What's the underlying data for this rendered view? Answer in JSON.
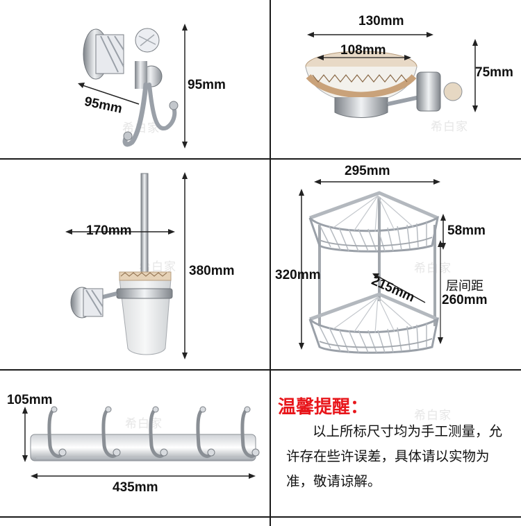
{
  "watermark": "希白家",
  "panels": {
    "robe_hook": {
      "dim_height": "95mm",
      "dim_depth": "95mm"
    },
    "soap_dish": {
      "dim_width": "130mm",
      "dim_inner": "108mm",
      "dim_height": "75mm"
    },
    "toilet_brush": {
      "dim_width": "170mm",
      "dim_height": "380mm"
    },
    "corner_basket": {
      "dim_width": "295mm",
      "dim_height": "320mm",
      "dim_depth": "215mm",
      "dim_basket_height": "58mm",
      "spacing_label": "层间距",
      "spacing_value": "260mm"
    },
    "hook_rail": {
      "dim_height": "105mm",
      "dim_width": "435mm"
    }
  },
  "notice": {
    "title": "温馨提醒：",
    "body": "以上所标尺寸均为手工测量，允许存在些许误差，具体请以实物为准，敬请谅解。"
  },
  "colors": {
    "notice_title": "#e8161b",
    "chrome": "#b8bcc2",
    "ceramic": "#f2f0ea",
    "pattern": "#c9a27a"
  }
}
